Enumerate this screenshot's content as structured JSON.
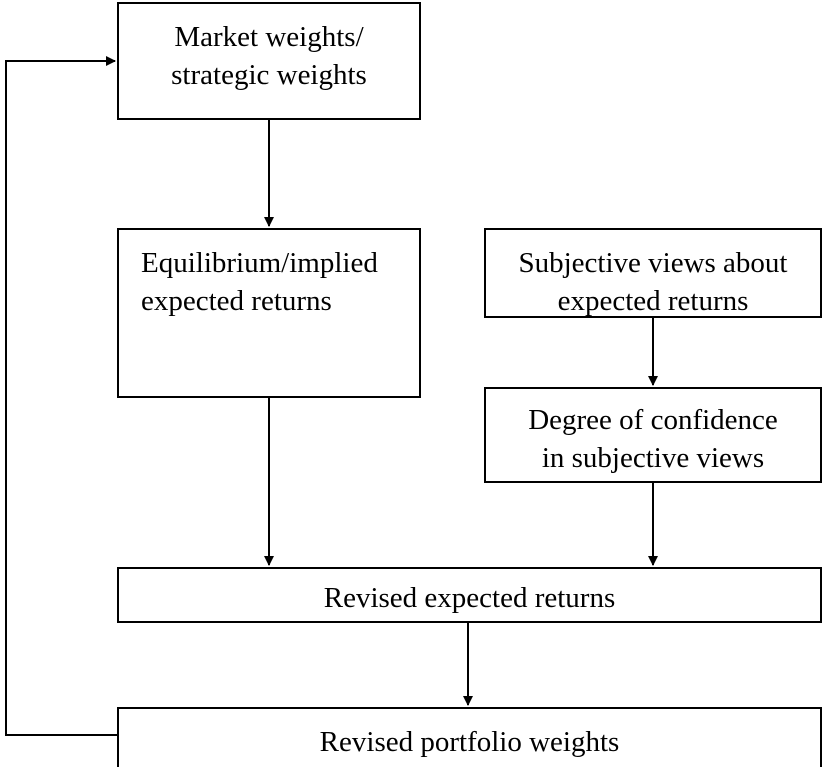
{
  "nodes": {
    "market_weights": [
      "Market weights/",
      "strategic weights"
    ],
    "equilibrium_returns": [
      "Equilibrium/implied",
      "expected returns"
    ],
    "subjective_views": [
      "Subjective views about",
      "expected returns"
    ],
    "confidence": [
      "Degree of confidence",
      "in subjective views"
    ],
    "revised_returns": [
      "Revised expected returns"
    ],
    "revised_weights": [
      "Revised portfolio weights"
    ]
  },
  "edges": [
    {
      "from": "market_weights",
      "to": "equilibrium_returns"
    },
    {
      "from": "subjective_views",
      "to": "confidence"
    },
    {
      "from": "equilibrium_returns",
      "to": "revised_returns"
    },
    {
      "from": "confidence",
      "to": "revised_returns"
    },
    {
      "from": "revised_returns",
      "to": "revised_weights"
    },
    {
      "from": "revised_weights",
      "to": "market_weights"
    }
  ],
  "colors": {
    "stroke": "#000000",
    "background": "#ffffff"
  }
}
